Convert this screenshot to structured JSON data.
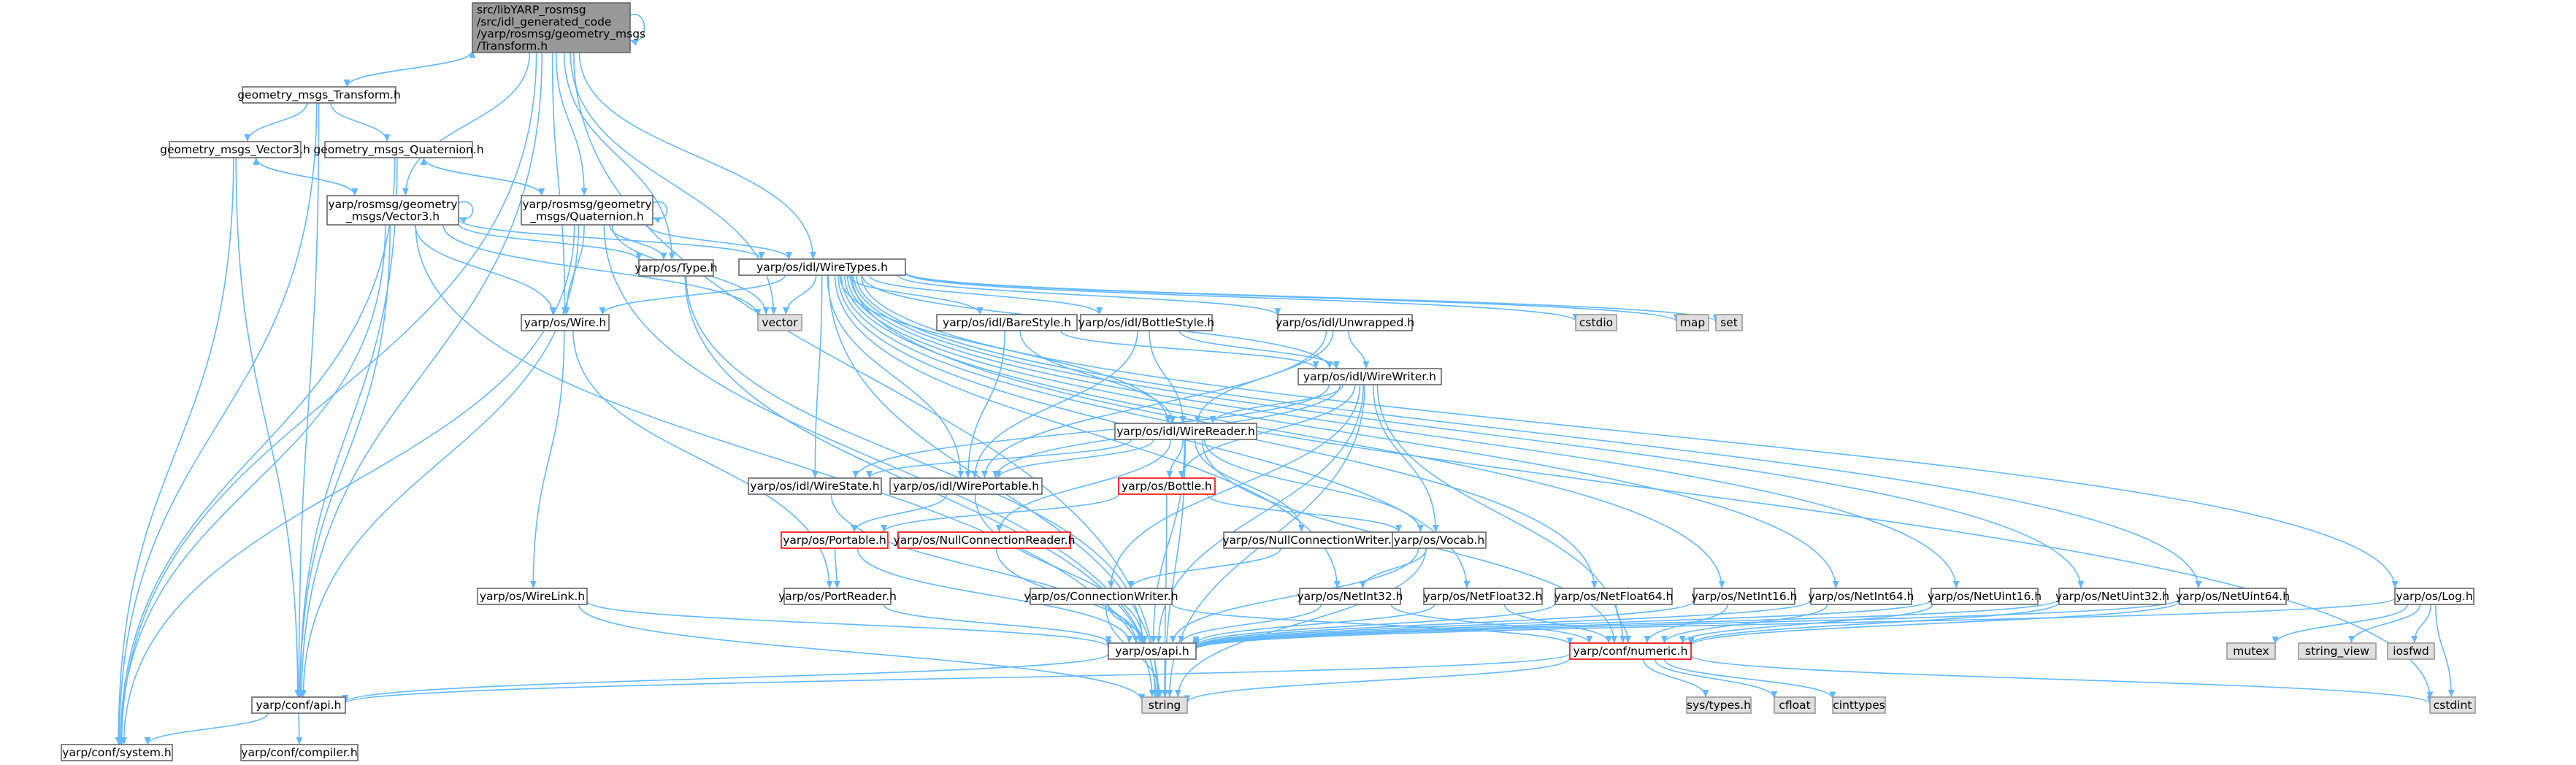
{
  "diagram": {
    "root": "t",
    "colors": {
      "edge": "#63b8ff",
      "node_fill": "#ffffff",
      "node_border": "#666666",
      "root_fill": "#999999",
      "system_fill": "#e0e0e0",
      "system_border": "#999999",
      "truncated_border": "#ff0000"
    },
    "nodes": [
      {
        "id": "t",
        "kind": "root",
        "lines": [
          "src/libYARP_rosmsg",
          "/src/idl_generated_code",
          "/yarp/rosmsg/geometry_msgs",
          "/Transform.h"
        ]
      },
      {
        "id": "gmt",
        "kind": "file",
        "lines": [
          "geometry_msgs_Transform.h"
        ]
      },
      {
        "id": "gmv",
        "kind": "file",
        "lines": [
          "geometry_msgs_Vector3.h"
        ]
      },
      {
        "id": "gmq",
        "kind": "file",
        "lines": [
          "geometry_msgs_Quaternion.h"
        ]
      },
      {
        "id": "rv",
        "kind": "file",
        "lines": [
          "yarp/rosmsg/geometry",
          "_msgs/Vector3.h"
        ]
      },
      {
        "id": "rq",
        "kind": "file",
        "lines": [
          "yarp/rosmsg/geometry",
          "_msgs/Quaternion.h"
        ]
      },
      {
        "id": "type",
        "kind": "file",
        "lines": [
          "yarp/os/Type.h"
        ]
      },
      {
        "id": "wt",
        "kind": "file",
        "lines": [
          "yarp/os/idl/WireTypes.h"
        ]
      },
      {
        "id": "vector",
        "kind": "system",
        "lines": [
          "vector"
        ]
      },
      {
        "id": "wire",
        "kind": "file",
        "lines": [
          "yarp/os/Wire.h"
        ]
      },
      {
        "id": "bare",
        "kind": "file",
        "lines": [
          "yarp/os/idl/BareStyle.h"
        ]
      },
      {
        "id": "bottlestyle",
        "kind": "file",
        "lines": [
          "yarp/os/idl/BottleStyle.h"
        ]
      },
      {
        "id": "unwrapped",
        "kind": "file",
        "lines": [
          "yarp/os/idl/Unwrapped.h"
        ]
      },
      {
        "id": "cstdio",
        "kind": "system",
        "lines": [
          "cstdio"
        ]
      },
      {
        "id": "map",
        "kind": "system",
        "lines": [
          "map"
        ]
      },
      {
        "id": "set",
        "kind": "system",
        "lines": [
          "set"
        ]
      },
      {
        "id": "ww",
        "kind": "file",
        "lines": [
          "yarp/os/idl/WireWriter.h"
        ]
      },
      {
        "id": "wr",
        "kind": "file",
        "lines": [
          "yarp/os/idl/WireReader.h"
        ]
      },
      {
        "id": "ws",
        "kind": "file",
        "lines": [
          "yarp/os/idl/WireState.h"
        ]
      },
      {
        "id": "wp",
        "kind": "file",
        "lines": [
          "yarp/os/idl/WirePortable.h"
        ]
      },
      {
        "id": "bottle",
        "kind": "truncated",
        "lines": [
          "yarp/os/Bottle.h"
        ]
      },
      {
        "id": "ncw",
        "kind": "file",
        "lines": [
          "yarp/os/NullConnectionWriter.h"
        ]
      },
      {
        "id": "portable",
        "kind": "truncated",
        "lines": [
          "yarp/os/Portable.h"
        ]
      },
      {
        "id": "ncr",
        "kind": "truncated",
        "lines": [
          "yarp/os/NullConnectionReader.h"
        ]
      },
      {
        "id": "vocab",
        "kind": "file",
        "lines": [
          "yarp/os/Vocab.h"
        ]
      },
      {
        "id": "wirelink",
        "kind": "file",
        "lines": [
          "yarp/os/WireLink.h"
        ]
      },
      {
        "id": "portreader",
        "kind": "file",
        "lines": [
          "yarp/os/PortReader.h"
        ]
      },
      {
        "id": "cw",
        "kind": "file",
        "lines": [
          "yarp/os/ConnectionWriter.h"
        ]
      },
      {
        "id": "ni32",
        "kind": "file",
        "lines": [
          "yarp/os/NetInt32.h"
        ]
      },
      {
        "id": "nf32",
        "kind": "file",
        "lines": [
          "yarp/os/NetFloat32.h"
        ]
      },
      {
        "id": "nf64",
        "kind": "file",
        "lines": [
          "yarp/os/NetFloat64.h"
        ]
      },
      {
        "id": "ni16",
        "kind": "file",
        "lines": [
          "yarp/os/NetInt16.h"
        ]
      },
      {
        "id": "ni64",
        "kind": "file",
        "lines": [
          "yarp/os/NetInt64.h"
        ]
      },
      {
        "id": "nu16",
        "kind": "file",
        "lines": [
          "yarp/os/NetUint16.h"
        ]
      },
      {
        "id": "nu32",
        "kind": "file",
        "lines": [
          "yarp/os/NetUint32.h"
        ]
      },
      {
        "id": "nu64",
        "kind": "file",
        "lines": [
          "yarp/os/NetUint64.h"
        ]
      },
      {
        "id": "log",
        "kind": "file",
        "lines": [
          "yarp/os/Log.h"
        ]
      },
      {
        "id": "osapi",
        "kind": "file",
        "lines": [
          "yarp/os/api.h"
        ]
      },
      {
        "id": "numeric",
        "kind": "truncated",
        "lines": [
          "yarp/conf/numeric.h"
        ]
      },
      {
        "id": "mutex",
        "kind": "system",
        "lines": [
          "mutex"
        ]
      },
      {
        "id": "string_view",
        "kind": "system",
        "lines": [
          "string_view"
        ]
      },
      {
        "id": "iosfwd",
        "kind": "system",
        "lines": [
          "iosfwd"
        ]
      },
      {
        "id": "confapi",
        "kind": "file",
        "lines": [
          "yarp/conf/api.h"
        ]
      },
      {
        "id": "string",
        "kind": "system",
        "lines": [
          "string"
        ]
      },
      {
        "id": "systypes",
        "kind": "system",
        "lines": [
          "sys/types.h"
        ]
      },
      {
        "id": "cfloat",
        "kind": "system",
        "lines": [
          "cfloat"
        ]
      },
      {
        "id": "cinttypes",
        "kind": "system",
        "lines": [
          "cinttypes"
        ]
      },
      {
        "id": "cstdint",
        "kind": "system",
        "lines": [
          "cstdint"
        ]
      },
      {
        "id": "system",
        "kind": "file",
        "lines": [
          "yarp/conf/system.h"
        ]
      },
      {
        "id": "compiler",
        "kind": "file",
        "lines": [
          "yarp/conf/compiler.h"
        ]
      }
    ],
    "edges": [
      [
        "t",
        "t"
      ],
      [
        "t",
        "gmt"
      ],
      [
        "t",
        "rv"
      ],
      [
        "t",
        "rq"
      ],
      [
        "t",
        "type"
      ],
      [
        "t",
        "wt"
      ],
      [
        "t",
        "vector"
      ],
      [
        "t",
        "wire"
      ],
      [
        "t",
        "confapi"
      ],
      [
        "t",
        "system"
      ],
      [
        "t",
        "string"
      ],
      [
        "gmt",
        "t"
      ],
      [
        "gmt",
        "gmv"
      ],
      [
        "gmt",
        "gmq"
      ],
      [
        "gmt",
        "confapi"
      ],
      [
        "gmt",
        "system"
      ],
      [
        "gmv",
        "rv"
      ],
      [
        "gmv",
        "confapi"
      ],
      [
        "gmv",
        "system"
      ],
      [
        "gmq",
        "rq"
      ],
      [
        "gmq",
        "confapi"
      ],
      [
        "gmq",
        "system"
      ],
      [
        "rv",
        "rv"
      ],
      [
        "rv",
        "gmv"
      ],
      [
        "rv",
        "type"
      ],
      [
        "rv",
        "wt"
      ],
      [
        "rv",
        "vector"
      ],
      [
        "rv",
        "wire"
      ],
      [
        "rv",
        "confapi"
      ],
      [
        "rv",
        "system"
      ],
      [
        "rv",
        "string"
      ],
      [
        "rq",
        "rq"
      ],
      [
        "rq",
        "gmq"
      ],
      [
        "rq",
        "type"
      ],
      [
        "rq",
        "wt"
      ],
      [
        "rq",
        "vector"
      ],
      [
        "rq",
        "wire"
      ],
      [
        "rq",
        "confapi"
      ],
      [
        "rq",
        "system"
      ],
      [
        "rq",
        "string"
      ],
      [
        "type",
        "osapi"
      ],
      [
        "type",
        "string"
      ],
      [
        "wt",
        "vector"
      ],
      [
        "wt",
        "wire"
      ],
      [
        "wt",
        "bare"
      ],
      [
        "wt",
        "bottlestyle"
      ],
      [
        "wt",
        "unwrapped"
      ],
      [
        "wt",
        "cstdio"
      ],
      [
        "wt",
        "map"
      ],
      [
        "wt",
        "set"
      ],
      [
        "wt",
        "ww"
      ],
      [
        "wt",
        "wr"
      ],
      [
        "wt",
        "ws"
      ],
      [
        "wt",
        "wp"
      ],
      [
        "wt",
        "ni32"
      ],
      [
        "wt",
        "nf32"
      ],
      [
        "wt",
        "nf64"
      ],
      [
        "wt",
        "ni16"
      ],
      [
        "wt",
        "ni64"
      ],
      [
        "wt",
        "nu16"
      ],
      [
        "wt",
        "nu32"
      ],
      [
        "wt",
        "nu64"
      ],
      [
        "wt",
        "log"
      ],
      [
        "wt",
        "cstdint"
      ],
      [
        "wt",
        "string"
      ],
      [
        "wire",
        "wirelink"
      ],
      [
        "wire",
        "portreader"
      ],
      [
        "bare",
        "ww"
      ],
      [
        "bare",
        "wr"
      ],
      [
        "bare",
        "wp"
      ],
      [
        "bottlestyle",
        "ww"
      ],
      [
        "bottlestyle",
        "wr"
      ],
      [
        "bottlestyle",
        "wp"
      ],
      [
        "unwrapped",
        "ww"
      ],
      [
        "unwrapped",
        "wr"
      ],
      [
        "unwrapped",
        "wp"
      ],
      [
        "ww",
        "wr"
      ],
      [
        "ww",
        "ws"
      ],
      [
        "ww",
        "wp"
      ],
      [
        "ww",
        "bottle"
      ],
      [
        "ww",
        "vocab"
      ],
      [
        "ww",
        "cw"
      ],
      [
        "ww",
        "numeric"
      ],
      [
        "ww",
        "osapi"
      ],
      [
        "ww",
        "string"
      ],
      [
        "wr",
        "ws"
      ],
      [
        "wr",
        "wp"
      ],
      [
        "wr",
        "bottle"
      ],
      [
        "wr",
        "ncw"
      ],
      [
        "wr",
        "ncr"
      ],
      [
        "wr",
        "vocab"
      ],
      [
        "wr",
        "numeric"
      ],
      [
        "wr",
        "osapi"
      ],
      [
        "wr",
        "string"
      ],
      [
        "ws",
        "osapi"
      ],
      [
        "wp",
        "portable"
      ],
      [
        "wp",
        "osapi"
      ],
      [
        "bottle",
        "portable"
      ],
      [
        "bottle",
        "vocab"
      ],
      [
        "bottle",
        "string"
      ],
      [
        "ncw",
        "cw"
      ],
      [
        "portable",
        "portreader"
      ],
      [
        "portable",
        "osapi"
      ],
      [
        "ncr",
        "osapi"
      ],
      [
        "vocab",
        "ni32"
      ],
      [
        "vocab",
        "osapi"
      ],
      [
        "vocab",
        "string"
      ],
      [
        "wirelink",
        "osapi"
      ],
      [
        "wirelink",
        "string"
      ],
      [
        "portreader",
        "osapi"
      ],
      [
        "cw",
        "osapi"
      ],
      [
        "cw",
        "string"
      ],
      [
        "cw",
        "numeric"
      ],
      [
        "ni32",
        "osapi"
      ],
      [
        "ni32",
        "numeric"
      ],
      [
        "nf32",
        "osapi"
      ],
      [
        "nf32",
        "numeric"
      ],
      [
        "nf64",
        "osapi"
      ],
      [
        "nf64",
        "numeric"
      ],
      [
        "ni16",
        "osapi"
      ],
      [
        "ni16",
        "numeric"
      ],
      [
        "ni64",
        "osapi"
      ],
      [
        "ni64",
        "numeric"
      ],
      [
        "nu16",
        "osapi"
      ],
      [
        "nu16",
        "numeric"
      ],
      [
        "nu32",
        "osapi"
      ],
      [
        "nu32",
        "numeric"
      ],
      [
        "nu64",
        "osapi"
      ],
      [
        "nu64",
        "numeric"
      ],
      [
        "log",
        "osapi"
      ],
      [
        "log",
        "mutex"
      ],
      [
        "log",
        "string_view"
      ],
      [
        "log",
        "iosfwd"
      ],
      [
        "log",
        "cstdint"
      ],
      [
        "osapi",
        "confapi"
      ],
      [
        "numeric",
        "confapi"
      ],
      [
        "numeric",
        "string"
      ],
      [
        "numeric",
        "systypes"
      ],
      [
        "numeric",
        "cfloat"
      ],
      [
        "numeric",
        "cinttypes"
      ],
      [
        "numeric",
        "cstdint"
      ],
      [
        "confapi",
        "system"
      ],
      [
        "confapi",
        "compiler"
      ]
    ]
  }
}
